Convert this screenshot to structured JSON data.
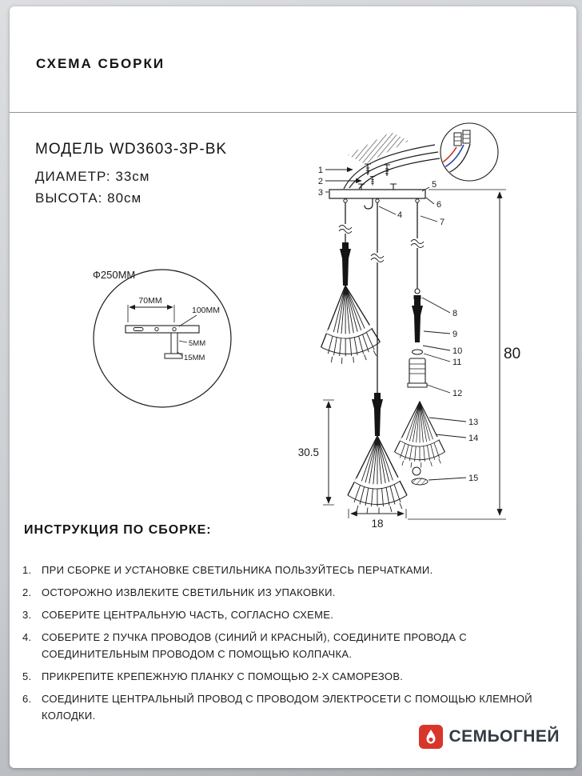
{
  "header": {
    "title": "СХЕМА СБОРКИ"
  },
  "product": {
    "model": "МОДЕЛЬ WD3603-3P-BK",
    "diameter": "ДИАМЕТР: 33см",
    "height": "ВЫСОТА: 80см"
  },
  "detail_view": {
    "label": "Ф250MM",
    "dim_70": "70MM",
    "dim_100": "100MM",
    "dim_5": "5MM",
    "dim_15": "15MM"
  },
  "diagram": {
    "parts": [
      "1",
      "2",
      "3",
      "4",
      "5",
      "6",
      "7",
      "8",
      "9",
      "10",
      "11",
      "12",
      "13",
      "14",
      "15"
    ],
    "dim_total_height": "80",
    "dim_pendant_height": "30.5",
    "dim_shade_width": "18"
  },
  "instructions": {
    "title": "ИНСТРУКЦИЯ ПО СБОРКЕ:",
    "items": [
      {
        "num": "1.",
        "text": "ПРИ СБОРКЕ И УСТАНОВКЕ СВЕТИЛЬНИКА ПОЛЬЗУЙТЕСЬ ПЕРЧАТКАМИ."
      },
      {
        "num": "2.",
        "text": "ОСТОРОЖНО ИЗВЛЕКИТЕ СВЕТИЛЬНИК ИЗ УПАКОВКИ."
      },
      {
        "num": "3.",
        "text": "СОБЕРИТЕ ЦЕНТРАЛЬНУЮ ЧАСТЬ, СОГЛАСНО СХЕМЕ."
      },
      {
        "num": "4.",
        "text": "СОБЕРИТЕ 2 ПУЧКА ПРОВОДОВ (СИНИЙ И КРАСНЫЙ), СОЕДИНИТЕ ПРОВОДА С СОЕДИНИТЕЛЬНЫМ ПРОВОДОМ С ПОМОЩЬЮ КОЛПАЧКА."
      },
      {
        "num": "5.",
        "text": "ПРИКРЕПИТЕ КРЕПЕЖНУЮ ПЛАНКУ С ПОМОЩЬЮ 2-Х САМОРЕЗОВ."
      },
      {
        "num": "6.",
        "text": "СОЕДИНИТЕ ЦЕНТРАЛЬНЫЙ ПРОВОД С ПРОВОДОМ ЭЛЕКТРОСЕТИ С ПОМОЩЬЮ КЛЕМНОЙ КОЛОДКИ."
      }
    ]
  },
  "footer": {
    "brand": "СЕМЬОГНЕЙ"
  },
  "colors": {
    "accent_red": "#d8362a",
    "wire_red": "#c23327",
    "wire_blue": "#2a44b0",
    "line": "#1c1c1c"
  }
}
